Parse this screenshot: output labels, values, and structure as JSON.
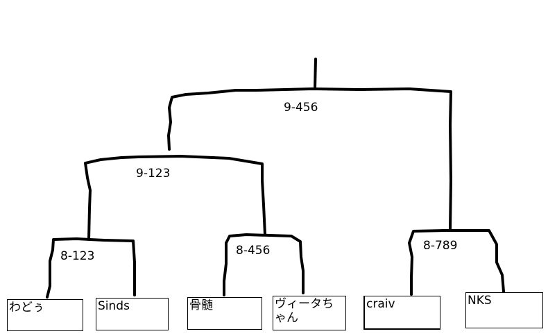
{
  "bracket": {
    "final": {
      "label": "9-456"
    },
    "semifinal_left": {
      "label": "9-123"
    },
    "quarter_1": {
      "label": "8-123"
    },
    "quarter_2": {
      "label": "8-456"
    },
    "quarter_3": {
      "label": "8-789"
    }
  },
  "players": [
    {
      "name": "わどぅ"
    },
    {
      "name": "Sinds"
    },
    {
      "name": "骨髄"
    },
    {
      "name": "ヴィータちゃん"
    },
    {
      "name": "craiv"
    },
    {
      "name": "NKS"
    }
  ],
  "colors": {
    "line": "#000000",
    "background": "#ffffff"
  }
}
